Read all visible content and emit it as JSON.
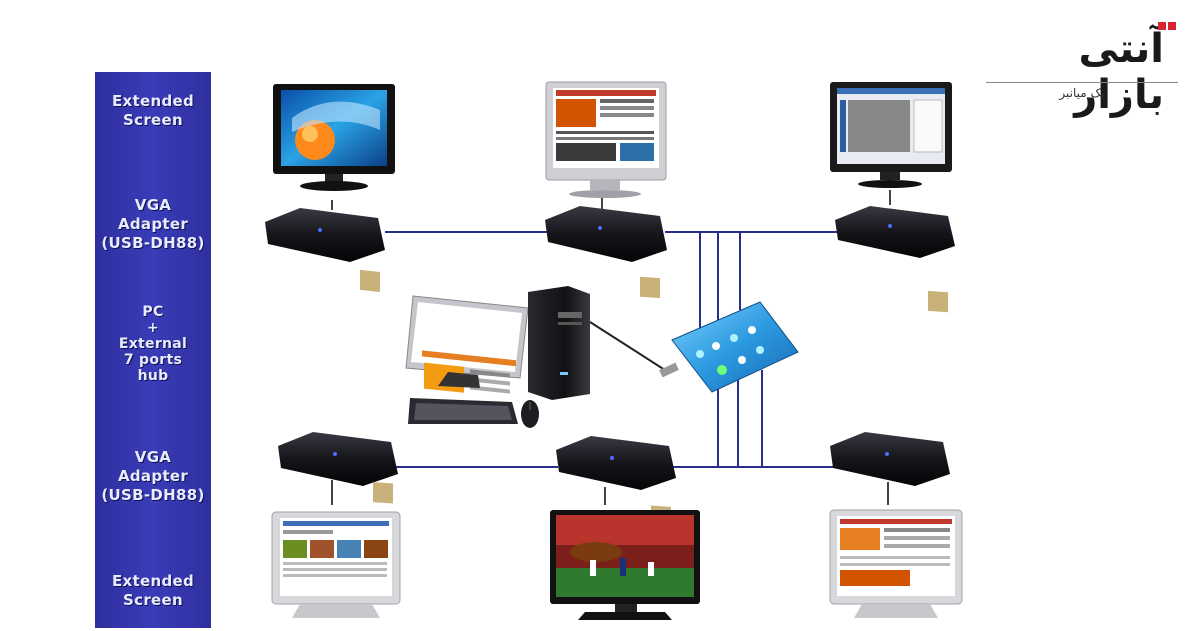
{
  "sidebar": {
    "labels": [
      {
        "text": "Extended\nScreen"
      },
      {
        "text": "VGA\nAdapter\n(USB-DH88)"
      },
      {
        "text": "PC\n+\nExternal\n7 ports\nhub"
      },
      {
        "text": "VGA\nAdapter\n(USB-DH88)"
      },
      {
        "text": "Extended\nScreen"
      }
    ]
  },
  "logo": {
    "word": "آنتی بازار",
    "tagline": "یک میانبر",
    "color": "#1a1a1a",
    "accent": "#d9232e"
  },
  "colors": {
    "sidebar": "#3a3cb8",
    "cable": "#2a2f8a",
    "adapter_body": "#1c1c22",
    "adapter_connector": "#c9b27a",
    "hub": "#3aa3e8"
  },
  "devices": {
    "monitors": [
      "ocean-wallpaper-screen",
      "webpage-screen",
      "app-window-screen",
      "webpage-screen",
      "sports-stadium-screen",
      "webpage-screen"
    ],
    "adapters_count": 6,
    "hub_ports": 7
  }
}
